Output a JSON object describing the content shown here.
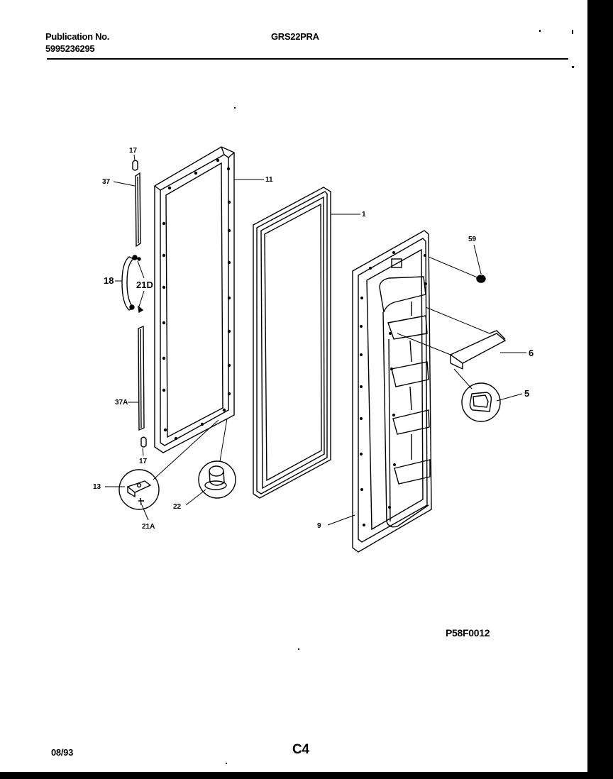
{
  "header": {
    "publication_label": "Publication No.",
    "publication_number": "5995236295",
    "model": "GRS22PRA"
  },
  "footer": {
    "date": "08/93",
    "page": "C4"
  },
  "figure_code": "P58F0012",
  "callouts": {
    "c17a": "17",
    "c37": "37",
    "c11": "11",
    "c1": "1",
    "c18": "18",
    "c21d": "21D",
    "c59": "59",
    "c6": "6",
    "c5": "5",
    "c37a": "37A",
    "c17b": "17",
    "c13": "13",
    "c22": "22",
    "c21a": "21A",
    "c9": "9"
  }
}
